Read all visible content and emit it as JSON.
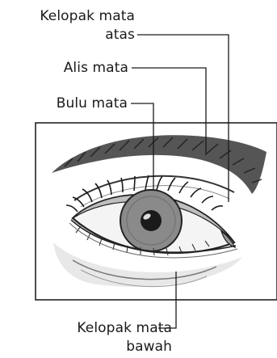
{
  "labels": {
    "upper_eyelid_line1": "Kelopak mata",
    "upper_eyelid_line2": "atas",
    "eyebrow": "Alis mata",
    "eyelashes": "Bulu mata",
    "lower_eyelid_line1": "Kelopak mata",
    "lower_eyelid_line2": "bawah"
  }
}
